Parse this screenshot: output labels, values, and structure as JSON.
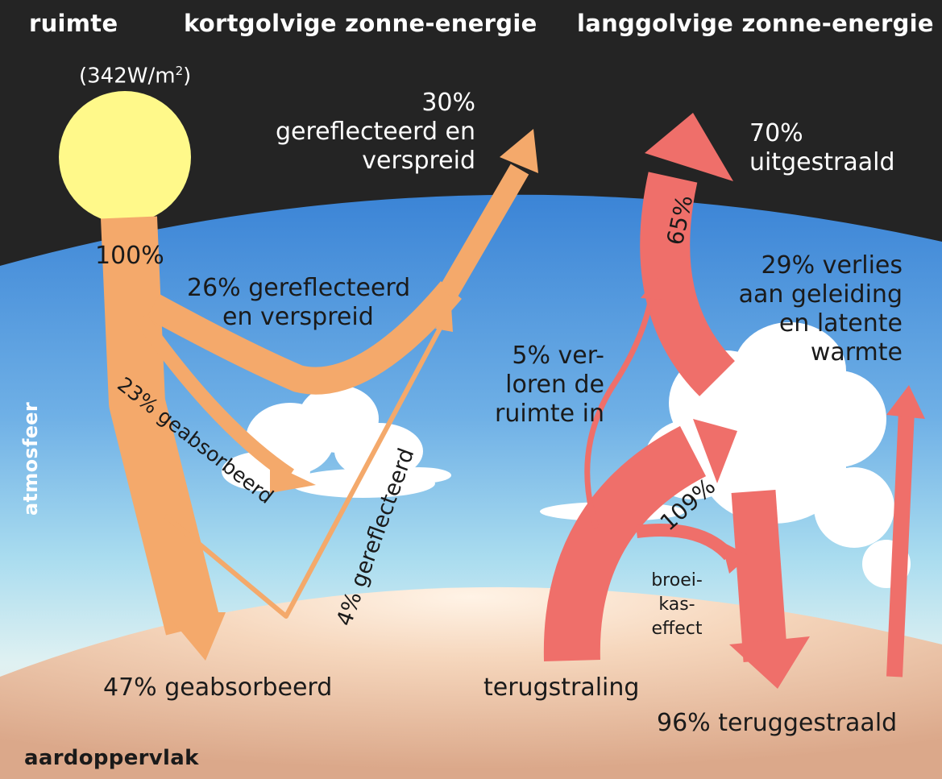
{
  "headers": {
    "space": "ruimte",
    "shortwave": "kortgolvige zonne-energie",
    "longwave": "langgolvige zonne-energie"
  },
  "sun": {
    "flux_prefix": "(342W/m",
    "flux_exp": "2",
    "flux_suffix": ")"
  },
  "side_labels": {
    "atmosphere": "atmosfeer",
    "surface": "aardoppervlak"
  },
  "shortwave": {
    "input": "100%",
    "reflected_total": {
      "pct": "30%",
      "line1": "gereflecteerd en",
      "line2": "verspreid"
    },
    "atmos_reflected": {
      "line1": "26% gereflecteerd",
      "line2": "en verspreid"
    },
    "atmos_absorbed": "23% geabsorbeerd",
    "surface_reflected": "4% gereflecteerd",
    "surface_absorbed": "47% geabsorbeerd"
  },
  "longwave": {
    "emitted": {
      "pct": "70%",
      "label": "uitgestraald"
    },
    "atmos_emitted": "65%",
    "latent": {
      "line1": "29% verlies",
      "line2": "aan geleiding",
      "line3": "en latente",
      "line4": "warmte"
    },
    "lost_space": {
      "line1": "5% ver-",
      "line2": "loren de",
      "line3": "ruimte in"
    },
    "greenhouse_flow": "109%",
    "greenhouse": {
      "line1": "broei-",
      "line2": "kas-",
      "line3": "effect"
    },
    "backradiation": "terugstraling",
    "returned": "96% teruggestraald"
  },
  "colors": {
    "space": "#242424",
    "sun": "#fff98a",
    "shortwave_arrow": "#f4a96b",
    "longwave_arrow": "#ef6f6a",
    "sky_top": "#3f86d4",
    "surface": "#f2c4a2"
  }
}
